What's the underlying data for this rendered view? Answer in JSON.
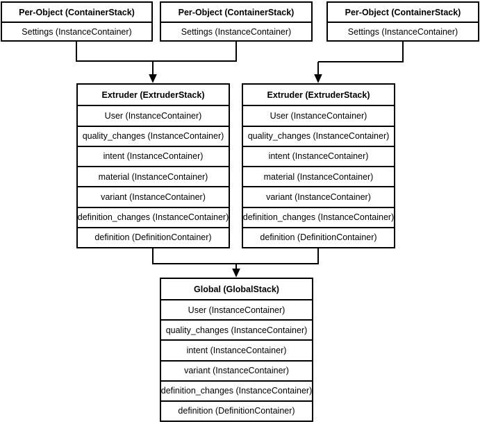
{
  "stacks": {
    "per_object": [
      {
        "title": "Per-Object (ContainerStack)",
        "rows": [
          "Settings (InstanceContainer)"
        ]
      },
      {
        "title": "Per-Object (ContainerStack)",
        "rows": [
          "Settings (InstanceContainer)"
        ]
      },
      {
        "title": "Per-Object (ContainerStack)",
        "rows": [
          "Settings (InstanceContainer)"
        ]
      }
    ],
    "extruder": [
      {
        "title": "Extruder (ExtruderStack)",
        "rows": [
          "User (InstanceContainer)",
          "quality_changes (InstanceContainer)",
          "intent (InstanceContainer)",
          "material (InstanceContainer)",
          "variant (InstanceContainer)",
          "definition_changes (InstanceContainer)",
          "definition (DefinitionContainer)"
        ]
      },
      {
        "title": "Extruder (ExtruderStack)",
        "rows": [
          "User (InstanceContainer)",
          "quality_changes (InstanceContainer)",
          "intent (InstanceContainer)",
          "material (InstanceContainer)",
          "variant (InstanceContainer)",
          "definition_changes (InstanceContainer)",
          "definition (DefinitionContainer)"
        ]
      }
    ],
    "global": {
      "title": "Global (GlobalStack)",
      "rows": [
        "User (InstanceContainer)",
        "quality_changes (InstanceContainer)",
        "intent (InstanceContainer)",
        "variant (InstanceContainer)",
        "definition_changes (InstanceContainer)",
        "definition (DefinitionContainer)"
      ]
    }
  },
  "colors": {
    "background": "#ffffff",
    "box_fill": "#ffffff",
    "stroke": "#000000",
    "text": "#000000"
  }
}
